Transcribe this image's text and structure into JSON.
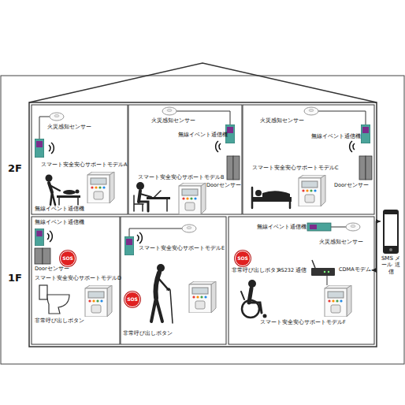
{
  "diagram": {
    "nodes": [
      {
        "text": [
          "スマート安全安心サポートモデルA"
        ]
      },
      {
        "text": [
          "スマート安全安心サポートモデルB"
        ]
      },
      {
        "text": [
          "スマート安全安心サポートモデルC"
        ]
      },
      {
        "text": [
          "SOS"
        ]
      },
      {
        "text": [
          "スマート安全安心サポートモデルD"
        ]
      },
      {
        "text": [
          "スマート安全安心サポートモデルE"
        ]
      },
      {
        "text": [
          "SOS"
        ]
      },
      {
        "text": [
          "SOS"
        ]
      },
      {
        "text": [
          "CDMAモデム"
        ]
      },
      {
        "text": [
          "スマート安全安心サポートモデルF"
        ]
      },
      {
        "text": [
          "SMS メール 送信"
        ]
      }
    ],
    "edges": [
      {
        "from": 8,
        "to": 10,
        "arrow": "both"
      }
    ],
    "labels": [
      "2F",
      "1F",
      "火災感知センサー",
      "無線イベント通信機",
      "火災感知センサー",
      "無線イベント通信機",
      "Doorセンサー",
      "火災感知センサー",
      "無線イベント通信機",
      "Doorセンサー",
      "無線イベント通信機",
      "Doorセンサー",
      "非常呼び出しボタン",
      "非常呼び出しボタン",
      "無線イベント通信機",
      "火災感知センサー",
      "非常呼び出しボタン",
      "RS232 通信"
    ]
  }
}
